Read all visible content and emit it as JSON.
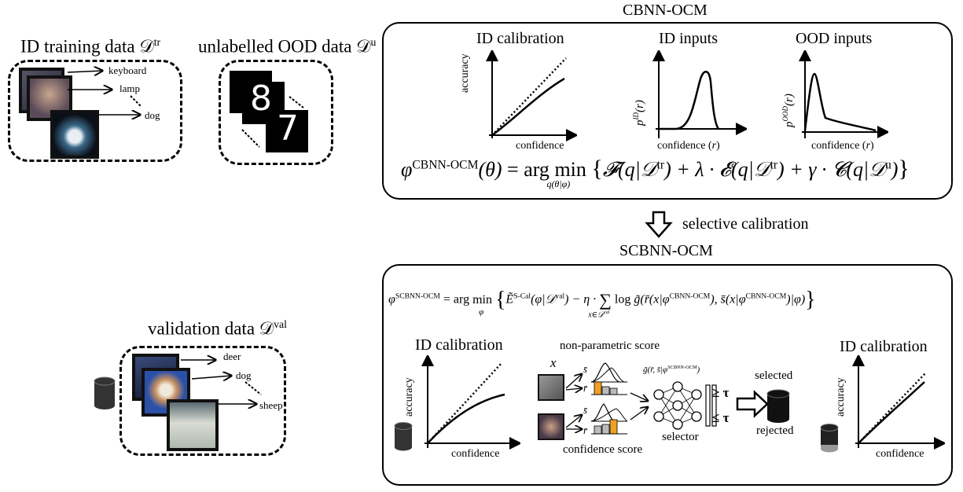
{
  "left": {
    "id_train_title": "ID training data 𝒟",
    "id_train_sup": "tr",
    "id_train_labels": [
      "keyboard",
      "lamp",
      "dog"
    ],
    "ood_title": "unlabelled OOD data 𝒟",
    "ood_sup": "u",
    "val_title": "validation data 𝒟",
    "val_sup": "val",
    "val_labels": [
      "deer",
      "dog",
      "sheep"
    ]
  },
  "cbnn": {
    "title": "CBNN-OCM",
    "plots": [
      {
        "title": "ID calibration",
        "ylabel": "accuracy",
        "xlabel": "confidence"
      },
      {
        "title": "ID inputs",
        "ylabel": "p^ID(r)",
        "xlabel": "confidence (r)"
      },
      {
        "title": "OOD inputs",
        "ylabel": "p^OOD(r)",
        "xlabel": "confidence (r)"
      }
    ],
    "formula": "φ^CBNN-OCM(θ) = arg min_{q(θ|φ)} { 𝓕(q|𝒟^tr) + λ·𝓔(q|𝒟^tr) + γ·𝓒(q|𝒟^u) }"
  },
  "arrow_label": "selective calibration",
  "scbnn": {
    "title": "SCBNN-OCM",
    "formula": "φ^SCBNN-OCM = arg min_φ { Ẽ^S-Cal(φ|𝒟^val) − η·Σ_{x∈𝒟^val} log g̃(r̄(x|φ^CBNN-OCM), s̄(x|φ^CBNN-OCM)|φ) }",
    "left_plot": {
      "title": "ID calibration",
      "ylabel": "accuracy",
      "xlabel": "confidence"
    },
    "right_plot": {
      "title": "ID calibration",
      "ylabel": "accuracy",
      "xlabel": "confidence"
    },
    "nonparam_label": "non-parametric score",
    "conf_label": "confidence score",
    "x_label": "x",
    "s_bar": "s̄",
    "r_bar": "r̄",
    "g_label": "g̃(r̄, s̄|φ^SCBNN-OCM)",
    "selector_label": "selector",
    "ge_tau": "≥ τ",
    "le_tau": "≤ τ",
    "selected_label": "selected",
    "rejected_label": "rejected"
  }
}
